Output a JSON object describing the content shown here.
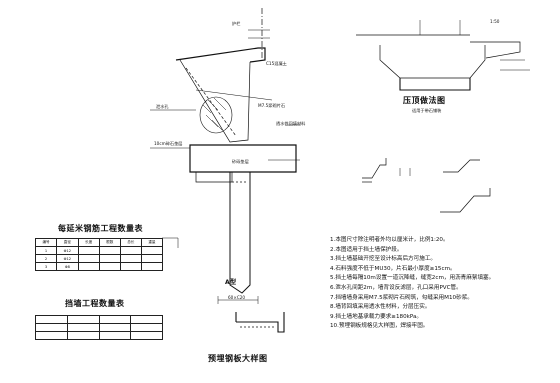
{
  "titles": {
    "coping_detail": "压顶做法图",
    "coping_sub": "适用于带石铺装",
    "rebar_table": "每延米钢筋工程数量表",
    "wall_table": "挡墙工程数量表",
    "plate_detail": "预埋钢板大样图",
    "section_a": "A型"
  },
  "dims": {
    "section_bottom": "60×C20",
    "scale_a": "1:50"
  },
  "labels": {
    "guardrail": "护栏",
    "c15": "C15混凝土",
    "m75": "M7.5浆砌片石",
    "sand_gravel": "砂砾垫层",
    "drain_hole": "泄水孔",
    "backfill": "透水性回填材料",
    "cushion": "10cm碎石垫层"
  },
  "rebar_table": {
    "headers": [
      "编号",
      "直径",
      "长度",
      "根数",
      "总长",
      "重量"
    ],
    "rows": [
      [
        "1",
        "Φ12",
        "",
        "",
        "",
        ""
      ],
      [
        "2",
        "Φ12",
        "",
        "",
        "",
        ""
      ],
      [
        "3",
        "Φ8",
        "",
        "",
        "",
        ""
      ]
    ]
  },
  "wall_table": {
    "headers": [
      "",
      "",
      "",
      ""
    ],
    "rows": [
      [
        "",
        "",
        "",
        ""
      ],
      [
        "",
        "",
        "",
        ""
      ]
    ]
  },
  "notes": [
    "1.本图尺寸除注明者外均以厘米计，比例1:20。",
    "2.本图适用于挡土墙保护段。",
    "3.挡土墙基础开挖至设计标高后方可施工。",
    "4.石料强度不低于MU30，片石最小厚度≥15cm。",
    "5.挡土墙每隔10m设置一道沉降缝，缝宽2cm，用沥青麻絮填塞。",
    "6.泄水孔间距2m，墙背设反滤层，孔口采用PVC管。",
    "7.挡墙墙身采用M7.5浆砌片石砌筑，勾缝采用M10砂浆。",
    "8.墙背回填采用透水性材料，分层压实。",
    "9.挡土墙地基承载力要求≥180kPa。",
    "10.预埋钢板规格见大样图，焊接牢固。"
  ]
}
